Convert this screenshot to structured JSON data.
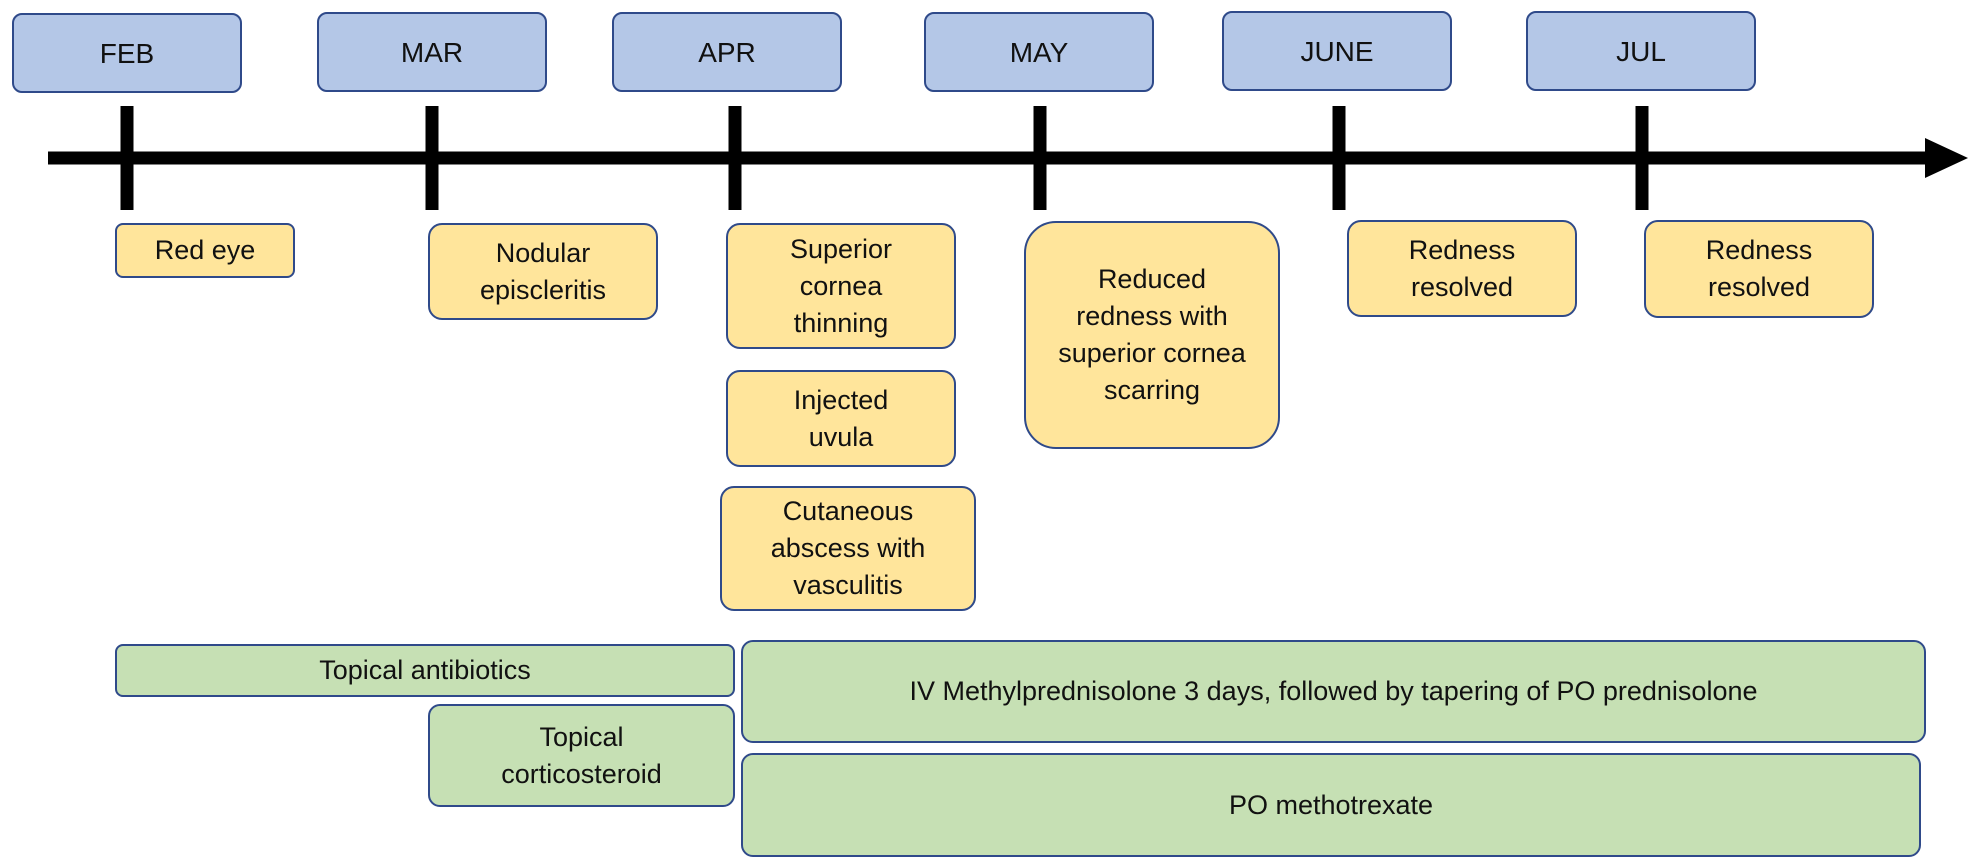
{
  "months": [
    {
      "key": "feb",
      "label": "FEB"
    },
    {
      "key": "mar",
      "label": "MAR"
    },
    {
      "key": "apr",
      "label": "APR"
    },
    {
      "key": "may",
      "label": "MAY"
    },
    {
      "key": "june",
      "label": "JUNE"
    },
    {
      "key": "jul",
      "label": "JUL"
    }
  ],
  "events": [
    {
      "month": "FEB",
      "text": "Red eye"
    },
    {
      "month": "MAR",
      "text": "Nodular\nepiscleritis"
    },
    {
      "month": "APR",
      "text": "Superior\ncornea\nthinning"
    },
    {
      "month": "APR",
      "text": "Injected\nuvula"
    },
    {
      "month": "APR",
      "text": "Cutaneous\nabscess with\nvasculitis"
    },
    {
      "month": "MAY",
      "text": "Reduced\nredness with\nsuperior cornea\nscarring"
    },
    {
      "month": "JUNE",
      "text": "Redness\nresolved"
    },
    {
      "month": "JUL",
      "text": "Redness\nresolved"
    }
  ],
  "treatments": [
    {
      "text": "Topical antibiotics",
      "start": "FEB",
      "end": "APR"
    },
    {
      "text": "Topical\ncorticosteroid",
      "start": "MAR",
      "end": "APR"
    },
    {
      "text": "IV Methylprednisolone 3 days, followed by tapering of PO prednisolone",
      "start": "APR",
      "end": "JUL"
    },
    {
      "text": "PO methotrexate",
      "start": "APR",
      "end": "JUL"
    }
  ],
  "colors": {
    "month_fill": "#b4c7e7",
    "event_fill": "#ffe59b",
    "treatment_fill": "#c6e0b4",
    "border": "#2f4a8a",
    "axis": "#000000"
  }
}
